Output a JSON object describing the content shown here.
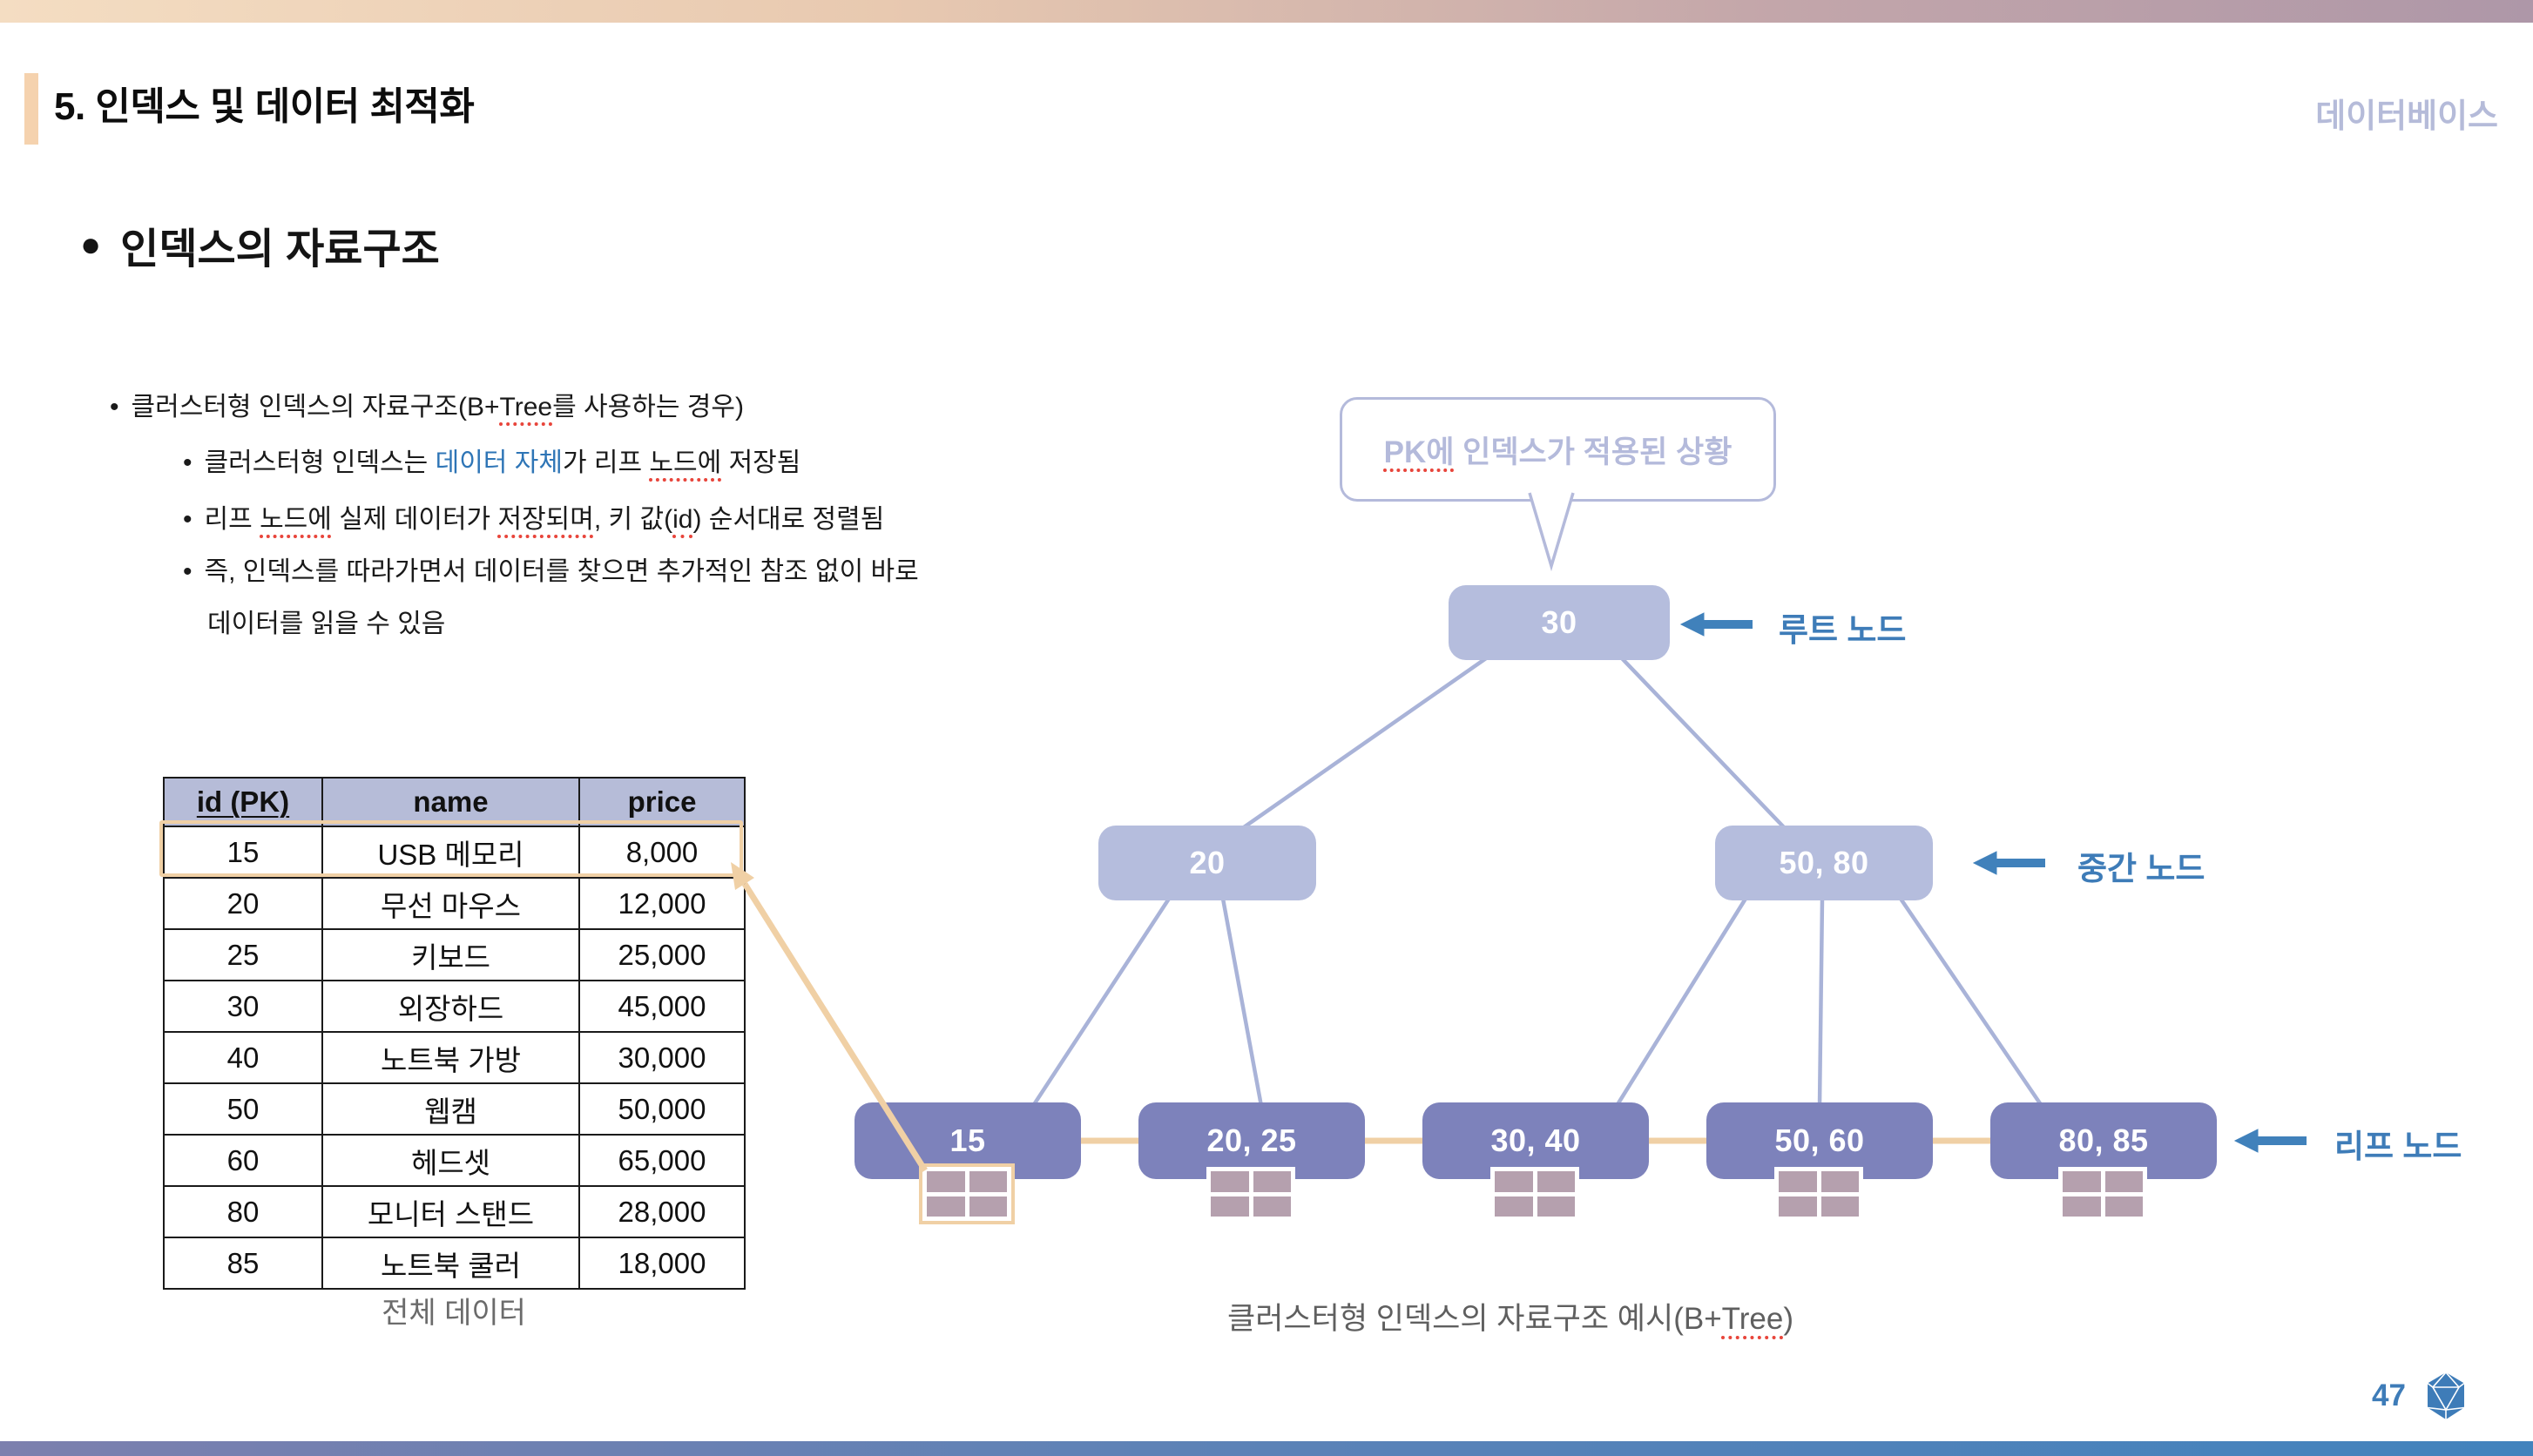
{
  "header": {
    "title": "5. 인덱스 및 데이터 최적화",
    "corner_label": "데이터베이스"
  },
  "section": {
    "heading": "인덱스의 자료구조"
  },
  "bullets": {
    "b1_pre": "클러스터형 인덱스의 자료구조(B+",
    "b1_sq": "Tree",
    "b1_post": "를 사용하는 경우)",
    "b2_pre": "클러스터형 인덱스는 ",
    "b2_blue": "데이터 자체",
    "b2_mid": "가 리프 ",
    "b2_sq": "노드에",
    "b2_post": " 저장됨",
    "b3_pre": "리프 ",
    "b3_sq1": "노드에",
    "b3_mid1": " 실제 데이터가 ",
    "b3_sq2": "저장되며",
    "b3_mid2": ", 키 값(",
    "b3_sq3": "id",
    "b3_post": ") 순서대로 정렬됨",
    "b4": "즉, 인덱스를 따라가면서 데이터를 찾으면 추가적인 참조 없이 바로",
    "b4_cont": "데이터를 읽을 수 있음"
  },
  "callout": {
    "sq": "PK에",
    "rest": " 인덱스가 적용된 상황"
  },
  "tree": {
    "root": "30",
    "internal_left": "20",
    "internal_right": "50, 80",
    "leaves": [
      "15",
      "20, 25",
      "30, 40",
      "50, 60",
      "80, 85"
    ],
    "label_root": "루트 노드",
    "label_internal": "중간 노드",
    "label_leaf": "리프 노드",
    "caption_pre": "클러스터형 인덱스의 자료구조 예시(B+",
    "caption_sq": "Tree",
    "caption_post": ")"
  },
  "table": {
    "headers": [
      "id (PK)",
      "name",
      "price"
    ],
    "rows": [
      [
        "15",
        "USB 메모리",
        "8,000"
      ],
      [
        "20",
        "무선 마우스",
        "12,000"
      ],
      [
        "25",
        "키보드",
        "25,000"
      ],
      [
        "30",
        "외장하드",
        "45,000"
      ],
      [
        "40",
        "노트북 가방",
        "30,000"
      ],
      [
        "50",
        "웹캠",
        "50,000"
      ],
      [
        "60",
        "헤드셋",
        "65,000"
      ],
      [
        "80",
        "모니터 스탠드",
        "28,000"
      ],
      [
        "85",
        "노트북 쿨러",
        "18,000"
      ]
    ],
    "caption": "전체 데이터"
  },
  "footer": {
    "page_number": "47"
  },
  "colors": {
    "accent_peach": "#f5d2ae",
    "lavender_text": "#b5bbd9",
    "node_light": "#b5bddd",
    "node_dark": "#7d82bb",
    "connector_lavender": "#a9b3d8",
    "connector_orange": "#f0d0a5",
    "label_blue": "#3e7cb8",
    "inline_blue": "#2e75b6",
    "table_header_bg": "#b6bcd8",
    "caption_gray": "#5f5f5f",
    "squiggle_red": "#e8453b"
  }
}
